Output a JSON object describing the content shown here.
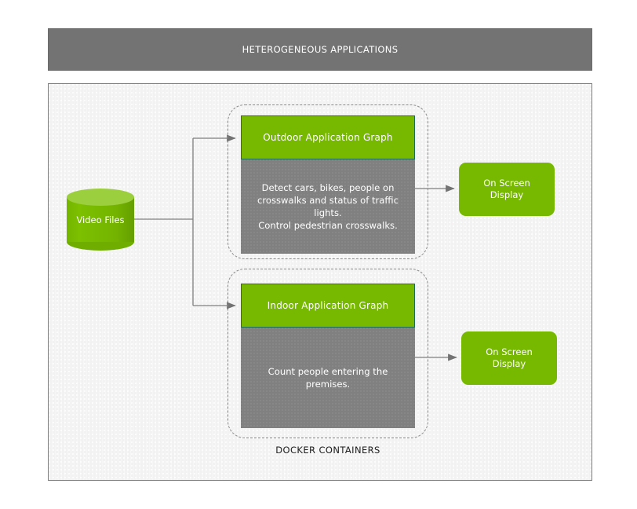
{
  "header": {
    "title": "HETEROGENEOUS APPLICATIONS",
    "background_color": "#737373",
    "text_color": "#ffffff"
  },
  "palette": {
    "brand_green": "#76b900",
    "cylinder_top_green": "#9ccf3e",
    "panel_gray": "#808080",
    "header_gray": "#737373",
    "panel_background": "#f2f2f2",
    "dashed_border": "#8a8a8a",
    "connector_line": "#808080"
  },
  "source": {
    "label": "Video Files",
    "shape": "cylinder-icon"
  },
  "docker": {
    "caption": "DOCKER CONTAINERS",
    "containers": [
      {
        "id": "outdoor",
        "title": "Outdoor Application Graph",
        "description": "Detect cars, bikes, people on\ncrosswalks and status of traffic lights.\nControl pedestrian crosswalks."
      },
      {
        "id": "indoor",
        "title": "Indoor Application Graph",
        "description": "Count people entering the premises."
      }
    ]
  },
  "outputs": [
    {
      "id": "osd-1",
      "label": "On Screen\nDisplay"
    },
    {
      "id": "osd-2",
      "label": "On Screen\nDisplay"
    }
  ]
}
